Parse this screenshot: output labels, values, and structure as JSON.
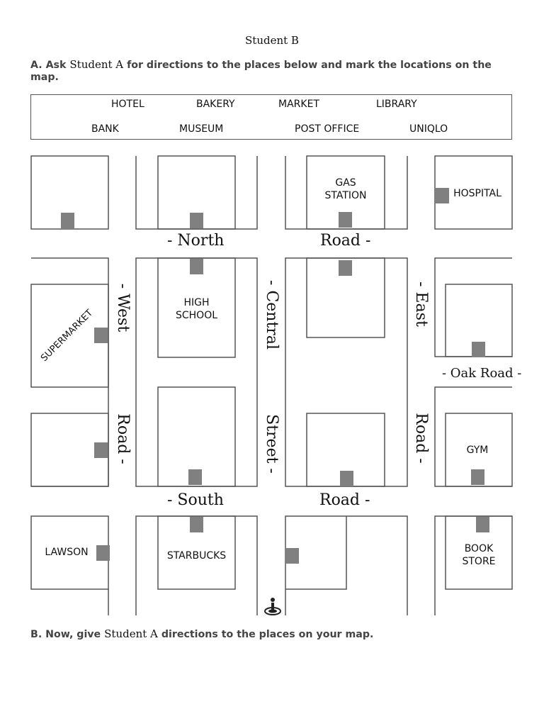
{
  "header": {
    "title": "Student B"
  },
  "section_a": {
    "ask": "A. Ask",
    "student": "Student A",
    "rest_line1": "for directions to the places below and mark the locations on the",
    "rest_line2": "map."
  },
  "word_bank": {
    "row1": [
      "HOTEL",
      "BAKERY",
      "MARKET",
      "LIBRARY"
    ],
    "row2": [
      "BANK",
      "MUSEUM",
      "POST OFFICE",
      "UNIQLO"
    ]
  },
  "streets": {
    "north_left": "- North",
    "north_right": "Road -",
    "south_left": "- South",
    "south_right": "Road -",
    "oak": "- Oak Road -",
    "west_top": "- West",
    "west_bottom": "Road -",
    "central_top": "- Central",
    "central_bottom": "Street -",
    "east_top": "- East",
    "east_bottom": "Road -"
  },
  "places": {
    "gas_station_1": "GAS",
    "gas_station_2": "STATION",
    "hospital": "HOSPITAL",
    "high_school_1": "HIGH",
    "high_school_2": "SCHOOL",
    "supermarket": "SUPERMARKET",
    "gym": "GYM",
    "lawson": "LAWSON",
    "starbucks": "STARBUCKS",
    "book_store_1": "BOOK",
    "book_store_2": "STORE"
  },
  "section_b": {
    "bold_part": "B. Now, give",
    "student": "Student A",
    "rest": "directions to the places on your map."
  },
  "colors": {
    "line": "#555555",
    "door": "#808080"
  }
}
